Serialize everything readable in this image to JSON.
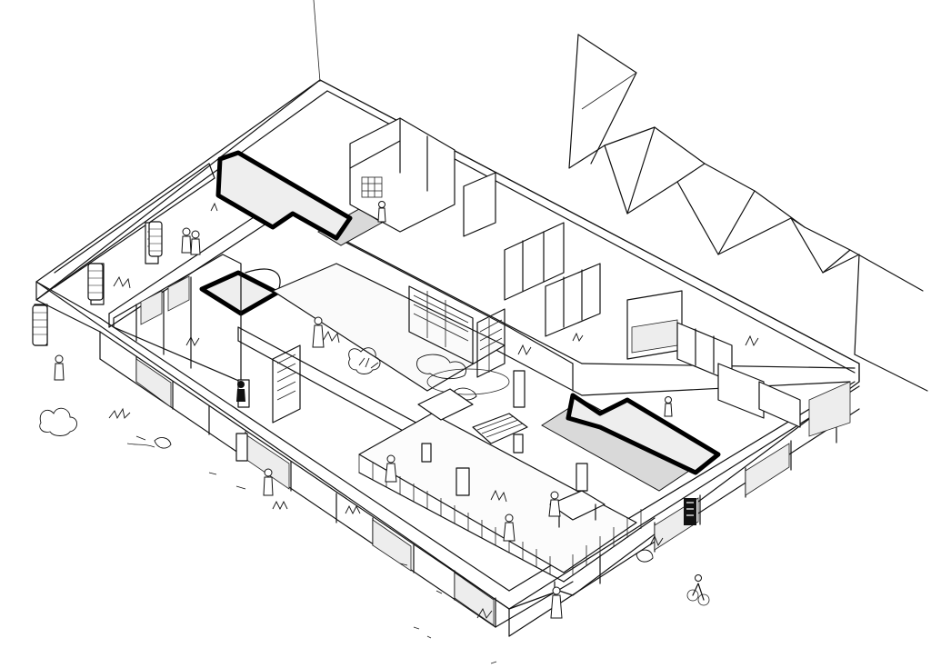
{
  "drawing": {
    "colors": {
      "ink": "#111111",
      "paper": "#ffffff",
      "poche": "#000000",
      "floor_tone": "#d9d9d9"
    },
    "elements": {
      "neighbor_building": "outline-of-adjacent-building",
      "perimeter_wall": "cut-perimeter-wall",
      "courtyard_garden": "central-courtyard-with-planting",
      "stair_cores": "thick-outlined-service-cores",
      "offices": "glazed-office-cubicles",
      "terrace": "rooftop-terrace-with-railing",
      "street": "street-with-vegetation",
      "cyclist": "cyclist-on-street"
    }
  }
}
